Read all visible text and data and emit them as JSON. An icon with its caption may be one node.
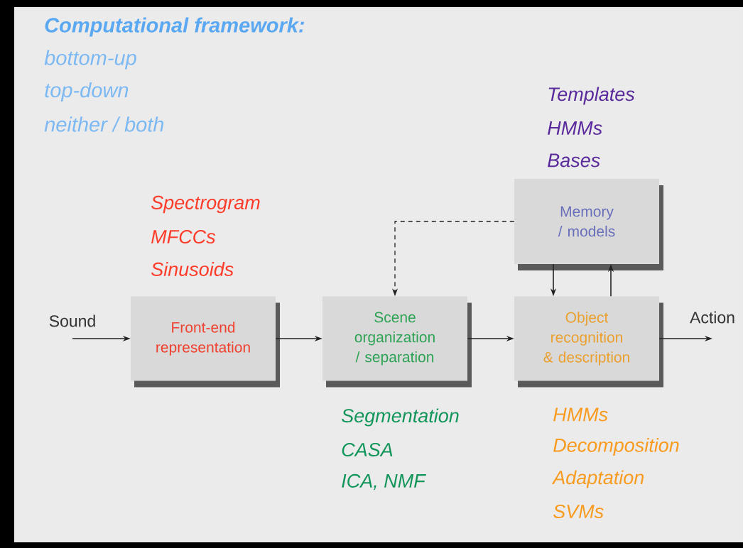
{
  "diagram": {
    "title": "Computational framework:",
    "nodes": [
      {
        "text": [
          "Sound"
        ]
      },
      {
        "text": [
          "Front-end representation"
        ],
        "beside": [
          "Spectrogram",
          "MFCCs",
          "Sinusoids"
        ]
      },
      {
        "text": [
          "Scene organization / separation"
        ],
        "beside": [
          "Segmentation",
          "CASA",
          "ICA, NMF"
        ]
      },
      {
        "text": [
          "Object recognition & description"
        ],
        "beside": [
          "HMMs",
          "Decomposition",
          "Adaptation",
          "SVMs"
        ]
      },
      {
        "text": [
          "Memory / models"
        ],
        "beside": [
          "Templates",
          "HMMs",
          "Bases"
        ]
      },
      {
        "text": [
          "Action"
        ]
      }
    ],
    "edges": [
      {
        "from": 0,
        "to": 1,
        "arrow": "to"
      },
      {
        "from": 1,
        "to": 2,
        "arrow": "to"
      },
      {
        "from": 2,
        "to": 3,
        "arrow": "to"
      },
      {
        "from": 4,
        "to": 2,
        "arrow": "to",
        "style": "dashed"
      },
      {
        "from": 4,
        "to": 3,
        "arrow": "to"
      },
      {
        "from": 3,
        "to": 4,
        "arrow": "to"
      },
      {
        "from": 3,
        "to": 5,
        "arrow": "to"
      }
    ],
    "labels": [
      "bottom-up",
      "top-down",
      "neither / both"
    ]
  }
}
